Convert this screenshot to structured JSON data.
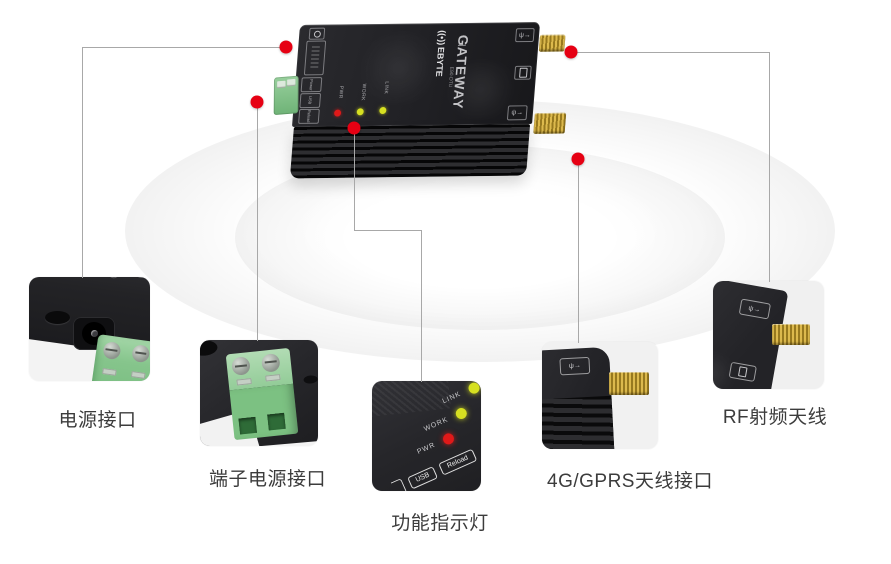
{
  "device": {
    "brand": "EBYTE",
    "brand_icon": "((•))",
    "product": "GATEWAY",
    "model": "E90-DTU",
    "leds": [
      {
        "name": "PWR"
      },
      {
        "name": "WORK"
      },
      {
        "name": "LINK"
      }
    ],
    "edge_buttons": [
      {
        "label": "Power"
      },
      {
        "label": "USB"
      },
      {
        "label": "Reload"
      }
    ]
  },
  "callouts": [
    {
      "id": "power-port",
      "label": "电源接口"
    },
    {
      "id": "terminal-power-port",
      "label": "端子电源接口"
    },
    {
      "id": "function-leds",
      "label": "功能指示灯"
    },
    {
      "id": "4g-gprs-antenna-port",
      "label": "4G/GPRS天线接口"
    },
    {
      "id": "rf-antenna",
      "label": "RF射频天线"
    }
  ],
  "indicator_detail": {
    "leds": [
      {
        "name": "LINK"
      },
      {
        "name": "WORK"
      },
      {
        "name": "PWR"
      }
    ],
    "buttons": [
      {
        "label": "USB"
      },
      {
        "label": "Reload"
      }
    ]
  },
  "colors": {
    "accent_red": "#e60013",
    "line_gray": "#a8a8a8",
    "led_yellow": "#d6e021",
    "led_red": "#e01919",
    "terminal_green": "#83c489",
    "sma_gold": "#c9a434",
    "device_black": "#202024"
  }
}
